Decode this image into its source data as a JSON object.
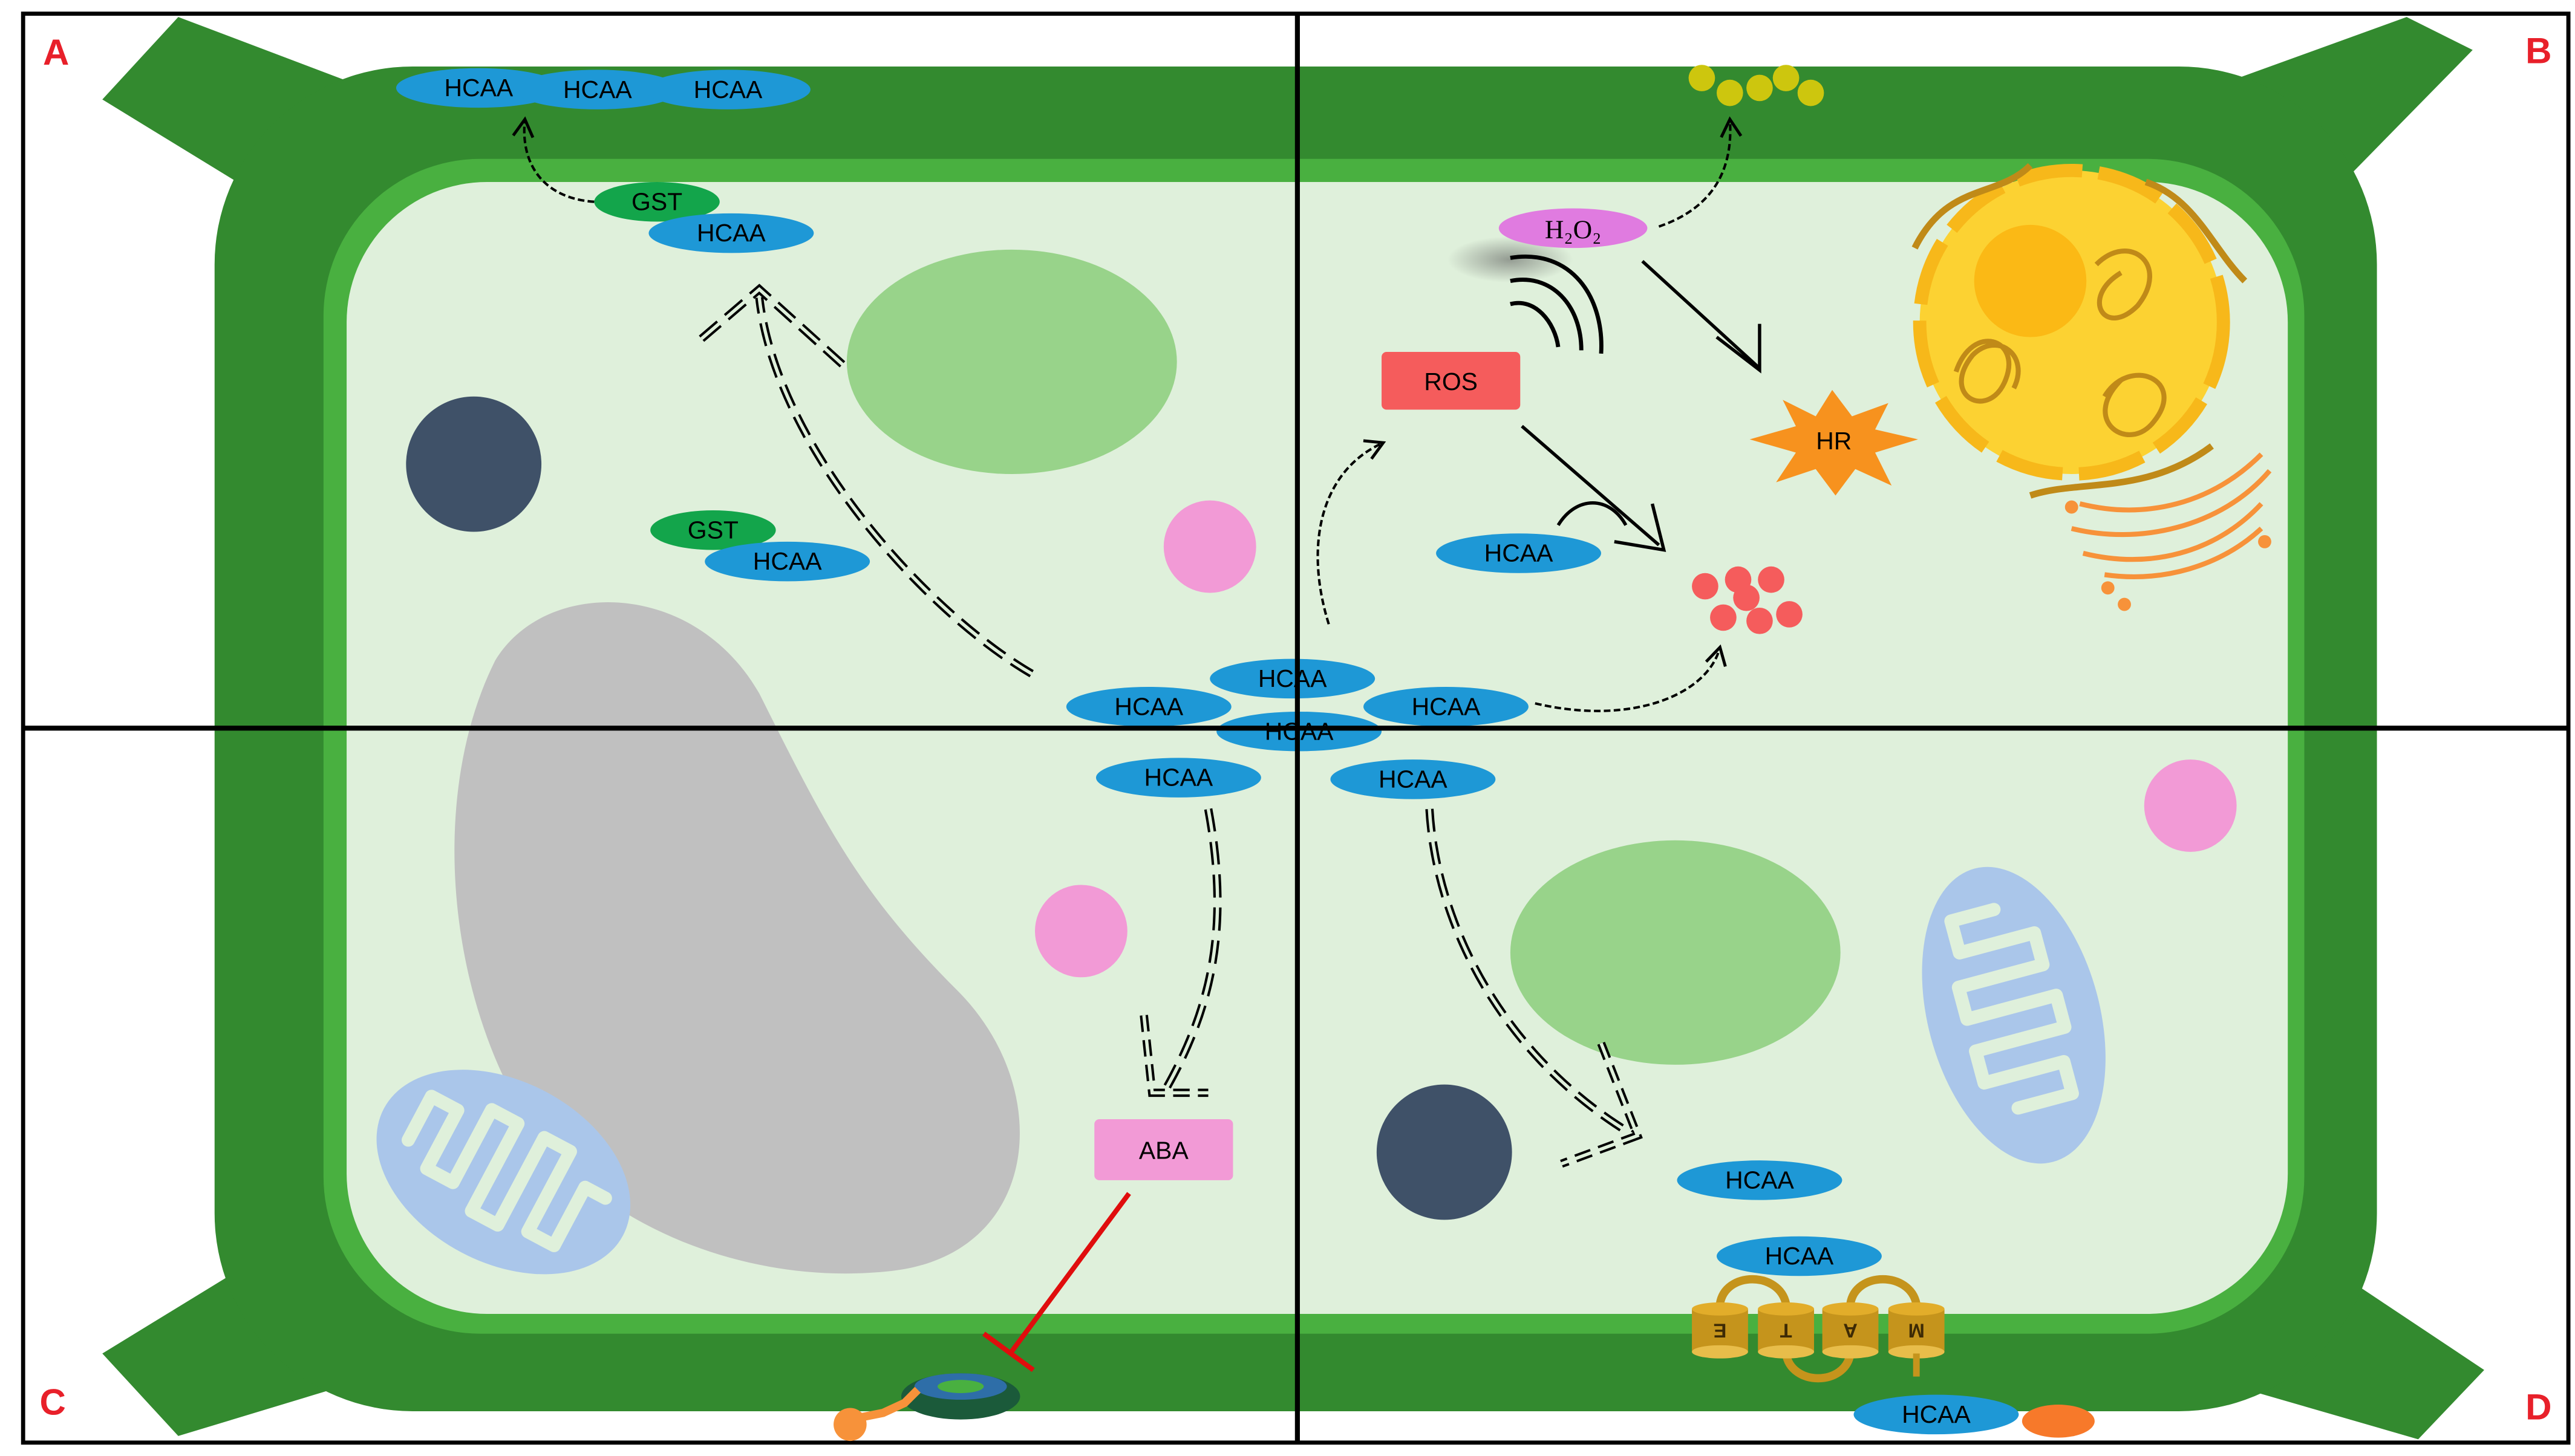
{
  "panels": {
    "a": "A",
    "b": "B",
    "c": "C",
    "d": "D"
  },
  "molecules": {
    "hcaa": "HCAA",
    "gst": "GST",
    "ros": "ROS",
    "hr": "HR",
    "h2o2": "H₂O₂",
    "aba": "ABA"
  },
  "transporter_letters": [
    "E",
    "T",
    "A",
    "M"
  ],
  "colors": {
    "cell_wall": "#338a2f",
    "membrane": "#49b040",
    "cytoplasm": "#dff0db",
    "hcaa": "#1e98d6",
    "gst": "#13a54b",
    "ros": "#f55c5c",
    "hr": "#f7921e",
    "aba": "#f29ad6",
    "h2o2": "#e07be0",
    "panel_letter": "#e8202a",
    "inhibition": "#e00d0d"
  }
}
